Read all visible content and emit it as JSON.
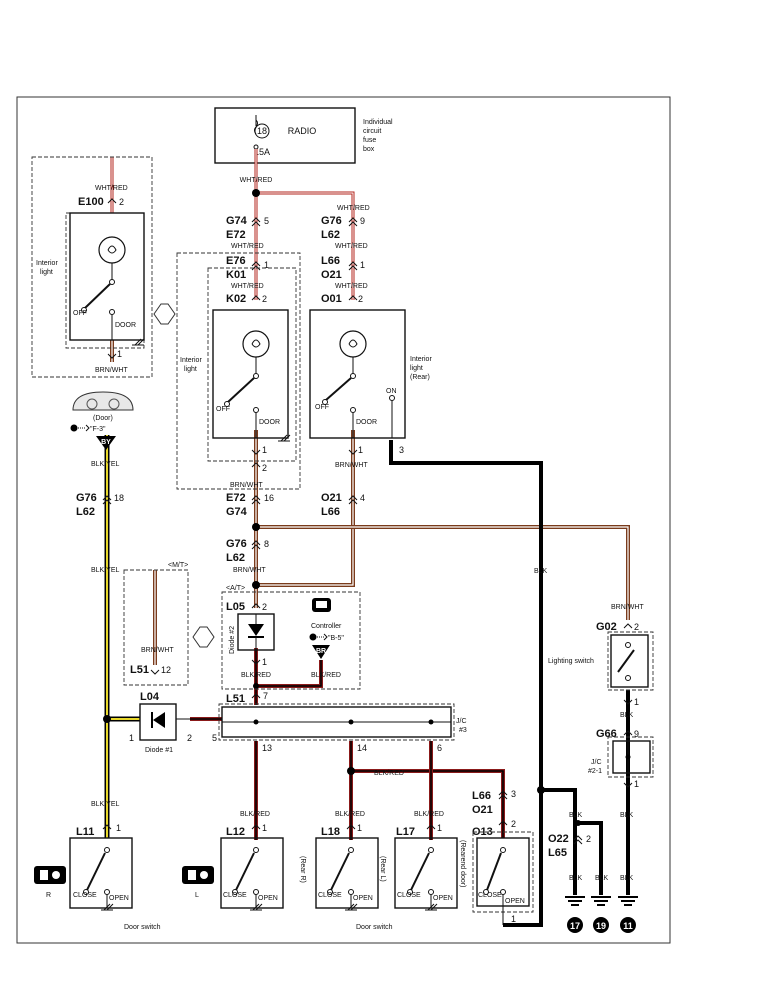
{
  "fuse": {
    "number": "18",
    "rating": "15A",
    "circuit": "RADIO",
    "box_label": [
      "Individual",
      "circuit",
      "fuse",
      "box"
    ]
  },
  "wires": {
    "wht_red": "WHT/RED",
    "brn_wht": "BRN/WHT",
    "blk_yel": "BLK/YEL",
    "blk_red": "BLK/RED",
    "blk": "BLK",
    "by_code": "BY",
    "br_code": "BR"
  },
  "connectors": {
    "g74": "G74",
    "e72": "E72",
    "g76": "G76",
    "l62": "L62",
    "e76": "E76",
    "k01": "K01",
    "l66": "L66",
    "o21": "O21",
    "k02": "K02",
    "o01": "O01",
    "e100": "E100",
    "l05": "L05",
    "l51": "L51",
    "l04": "L04",
    "g02": "G02",
    "g66": "G66",
    "l11": "L11",
    "l12": "L12",
    "l18": "L18",
    "l17": "L17",
    "o13": "O13",
    "o22": "O22",
    "l65": "L65"
  },
  "pins": {
    "p1": "1",
    "p2": "2",
    "p3": "3",
    "p4": "4",
    "p5": "5",
    "p6": "6",
    "p7": "7",
    "p8": "8",
    "p9": "9",
    "p12": "12",
    "p13": "13",
    "p14": "14",
    "p16": "16",
    "p18": "18"
  },
  "labels": {
    "interior_light": [
      "Interior",
      "light"
    ],
    "interior_light_rear": [
      "Interior",
      "light",
      "(Rear)"
    ],
    "off": "OFF",
    "door": "DOOR",
    "on": "ON",
    "door_ref": "(Door)",
    "f3_ref": "\"F-3\"",
    "mt": "<M/T>",
    "at": "<A/T>",
    "diode2": "Diode #2",
    "diode1": "Diode #1",
    "controller": "Controller",
    "b5_ref": "\"B-5\"",
    "jc3": [
      "J/C",
      "#3"
    ],
    "jc21": [
      "J/C",
      "#2-1"
    ],
    "lighting_switch": "Lighting switch",
    "close": "CLOSE",
    "open": "OPEN",
    "r": "R",
    "l": "L",
    "rear_r": "(Rear R)",
    "rear_l": "(Rear L)",
    "rearend_door": "(Rearend door)",
    "door_switch": "Door switch"
  },
  "grounds": {
    "g17": "17",
    "g19": "19",
    "g11": "11"
  },
  "colors": {
    "red": "#b3261e",
    "brown": "#7a3b1c",
    "yellow": "#e8d82a",
    "black": "#000000"
  }
}
